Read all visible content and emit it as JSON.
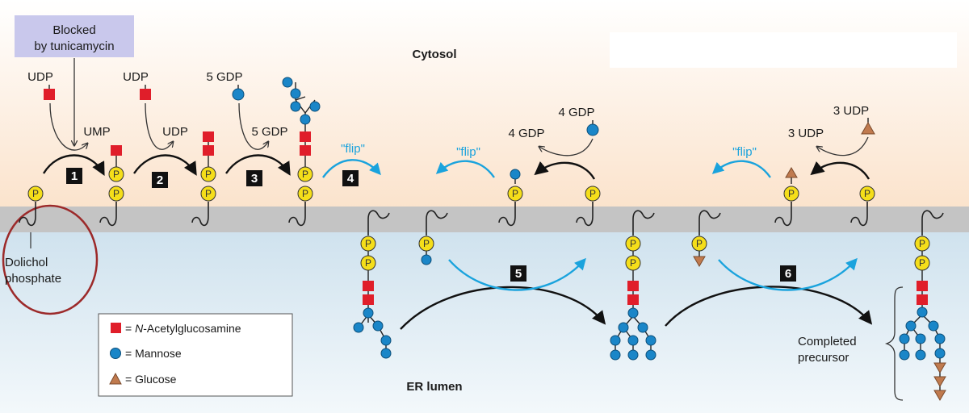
{
  "labels": {
    "cytosol": "Cytosol",
    "lumen": "ER lumen",
    "blocked": [
      "Blocked",
      "by tunicamycin"
    ],
    "dolichol": [
      "Dolichol",
      "phosphate"
    ],
    "completed": [
      "Completed",
      "precursor"
    ],
    "phosphate": "P",
    "flip": "\"flip\""
  },
  "donors": {
    "udp": "UDP",
    "ump": "UMP",
    "gdp5": "5 GDP",
    "gdp4": "4 GDP",
    "udp3": "3 UDP"
  },
  "steps": [
    "1",
    "2",
    "3",
    "4",
    "5",
    "6"
  ],
  "legend": {
    "items": [
      {
        "prefix": "= ",
        "italic": "N",
        "text": "-Acetylglucosamine",
        "icon": "glcnac-square-icon"
      },
      {
        "prefix": "= ",
        "italic": "",
        "text": "Mannose",
        "icon": "mannose-circle-icon"
      },
      {
        "prefix": "= ",
        "italic": "",
        "text": "Glucose",
        "icon": "glucose-triangle-icon"
      }
    ]
  },
  "colors": {
    "glcnac": "#e01e2a",
    "mannose": "#1a86c8",
    "glucose": "#c07a4e",
    "phosphate": "#f5de1a",
    "flip": "#1aa3dd",
    "membrane": "#c4c4c4",
    "cytosol_bg": "#fbe6d2",
    "lumen_bg": "#d3e4ee",
    "blocked_bg": "#c9c8ec",
    "highlight_ellipse": "#9c2a2a",
    "step_badge": "#111111"
  }
}
